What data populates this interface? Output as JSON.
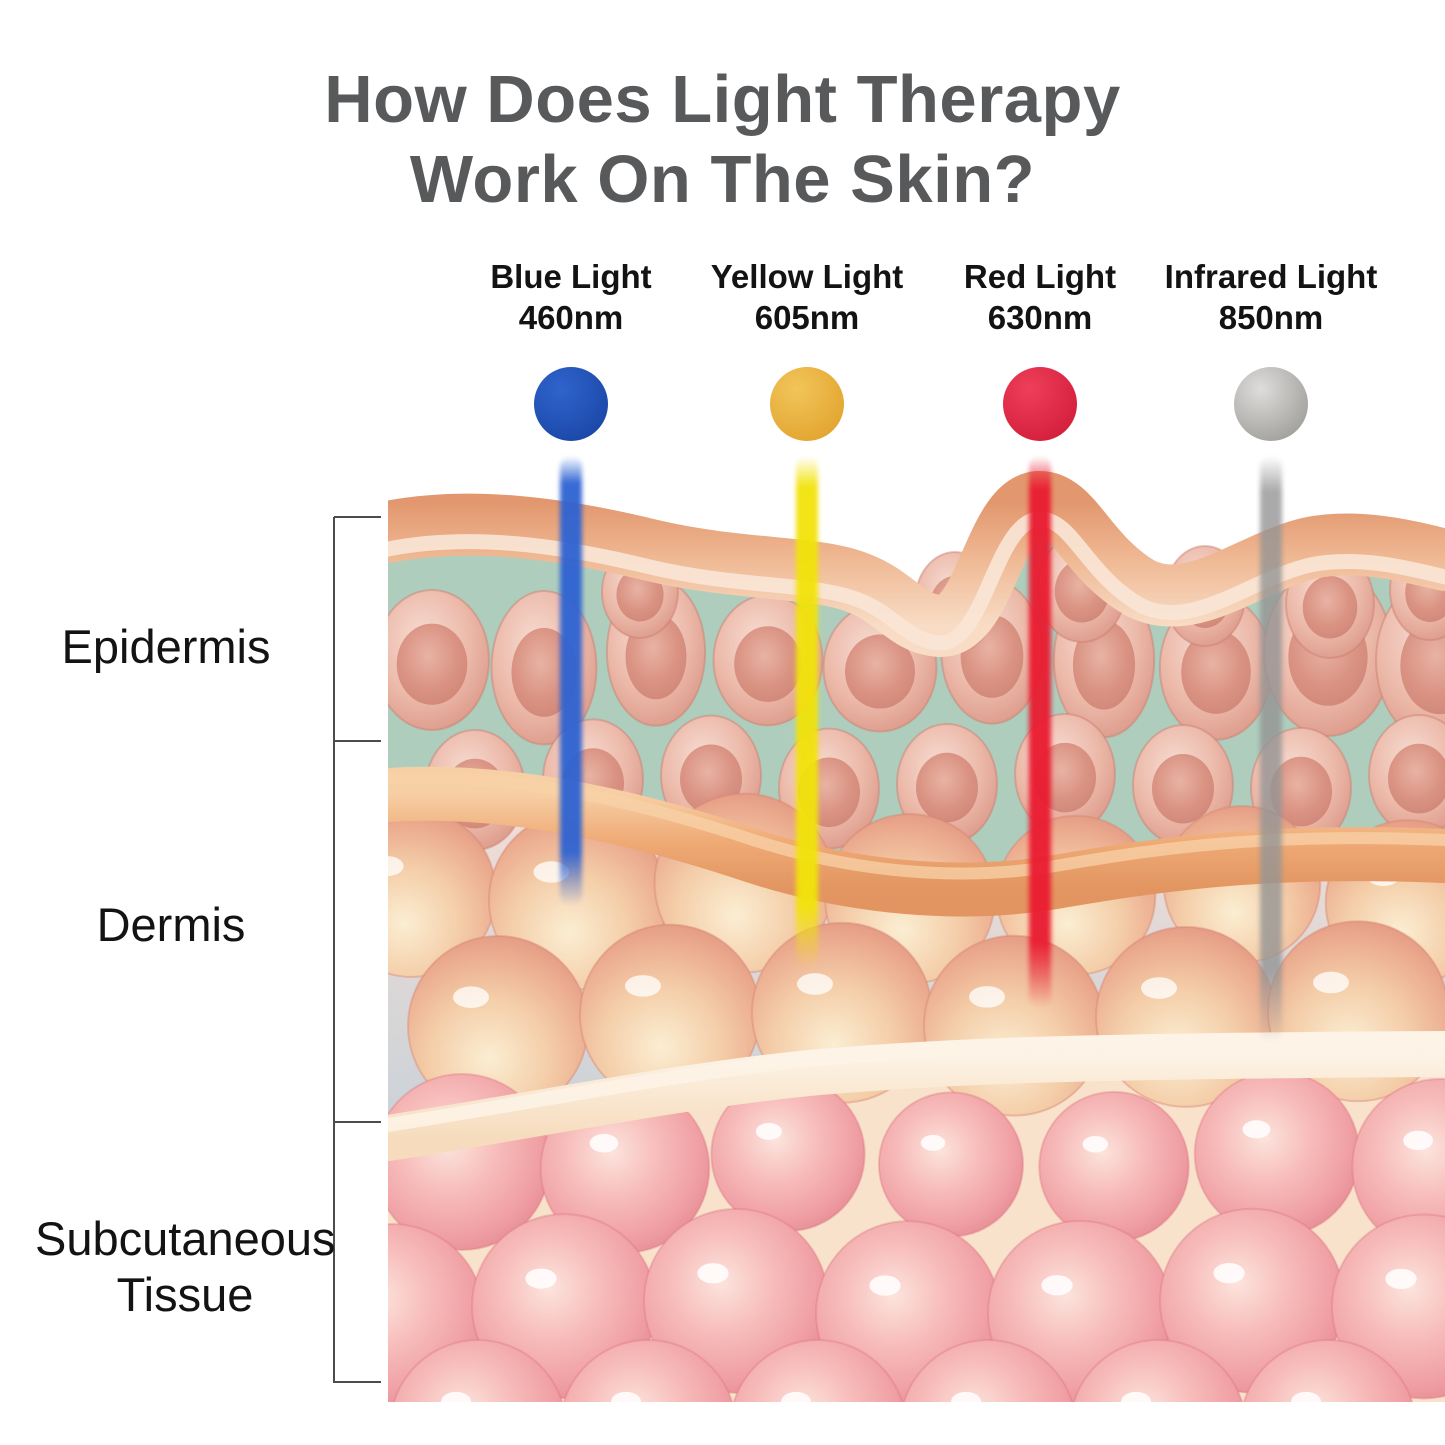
{
  "title": {
    "line1": "How Does Light Therapy",
    "line2": "Work On The Skin?"
  },
  "lights": [
    {
      "name": "Blue Light",
      "wavelength": "460nm",
      "color": "#2456bb",
      "color_light": "#2f64cd",
      "color_dark": "#1b47a6",
      "beam": "#2e63d2"
    },
    {
      "name": "Yellow Light",
      "wavelength": "605nm",
      "color": "#eab23c",
      "color_light": "#f2c55a",
      "color_dark": "#e2a42f",
      "beam": "#f2e30a"
    },
    {
      "name": "Red Light",
      "wavelength": "630nm",
      "color": "#e22845",
      "color_light": "#ee3f5a",
      "color_dark": "#d31e3c",
      "beam": "#ea1b31"
    },
    {
      "name": "Infrared Light",
      "wavelength": "850nm",
      "color": "#bab8b5",
      "color_light": "#dedddb",
      "color_dark": "#a19f9c",
      "beam": "#959595"
    }
  ],
  "layers": [
    {
      "label": "Epidermis"
    },
    {
      "label": "Dermis"
    },
    {
      "label": "Subcutaneous Tissue"
    }
  ],
  "palette": {
    "title_text": "#58595b",
    "label_text": "#131313",
    "bracket": "#4c4c4c"
  }
}
